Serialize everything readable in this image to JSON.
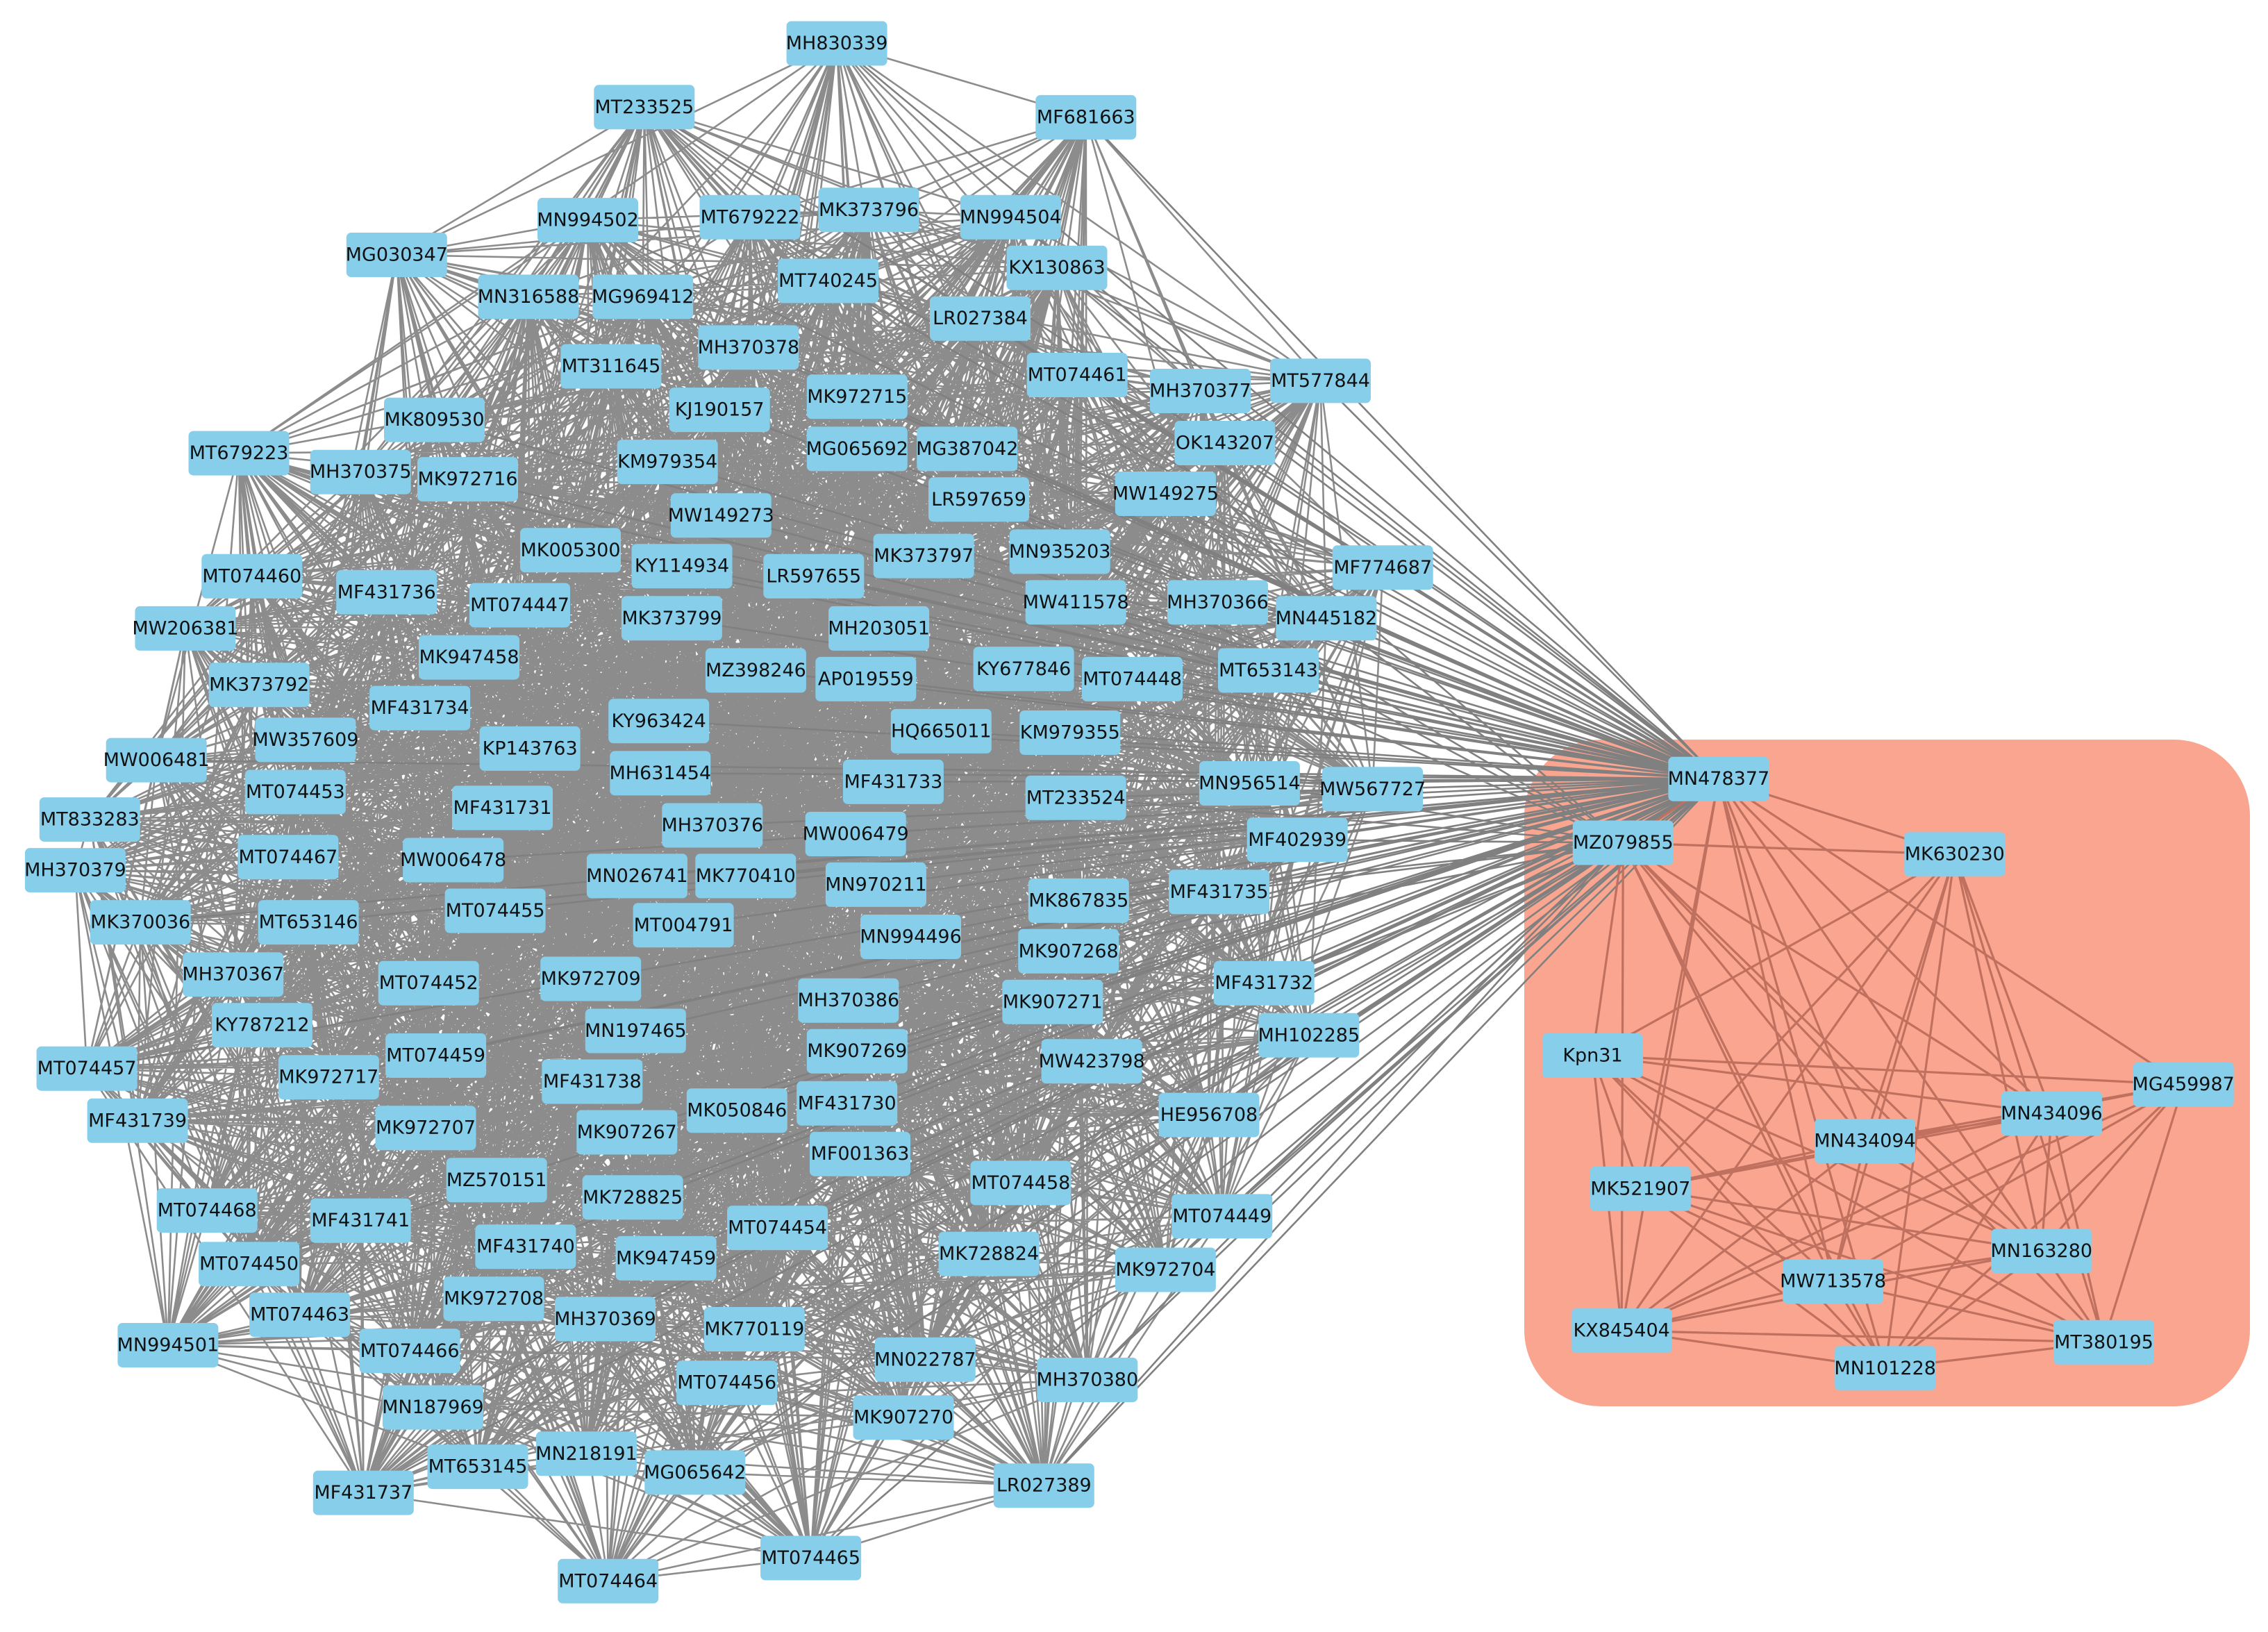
{
  "colors": {
    "background": "#ffffff",
    "node_fill": "#87ceeb",
    "edge_main": "#808080",
    "edge_cluster": "#c0705e",
    "cluster_highlight": "#f9a58f"
  },
  "nodes": [
    "MH830339",
    "MT233525",
    "MF681663",
    "MN994502",
    "MT679222",
    "MK373796",
    "MN994504",
    "MG030347",
    "MN316588",
    "MG969412",
    "MT740245",
    "KX130863",
    "LR027384",
    "MH370378",
    "MT311645",
    "MT074461",
    "MH370377",
    "MT577844",
    "KJ190157",
    "MK972715",
    "MK809530",
    "MT679223",
    "MH370375",
    "MK972716",
    "KM979354",
    "MG065692",
    "MG387042",
    "OK143207",
    "LR597659",
    "MW149275",
    "MW149273",
    "MK005300",
    "KY114934",
    "MK373797",
    "MN935203",
    "MT074460",
    "LR597655",
    "MF774687",
    "MF431736",
    "MT074447",
    "MK373799",
    "MH203051",
    "MW411578",
    "MH370366",
    "MN445182",
    "MW206381",
    "MK947458",
    "MZ398246",
    "AP019559",
    "KY677846",
    "MT074448",
    "MT653143",
    "MK373792",
    "MF431734",
    "KY963424",
    "HQ665011",
    "KM979355",
    "MW357609",
    "KP143763",
    "MH631454",
    "MW006481",
    "MT074453",
    "MF431733",
    "MN956514",
    "MW567727",
    "MF431731",
    "MT233524",
    "MT833283",
    "MH370376",
    "MW006479",
    "MF402939",
    "MH370379",
    "MT074467",
    "MW006478",
    "MN026741",
    "MK770410",
    "MN970211",
    "MF431735",
    "MK370036",
    "MT653146",
    "MT074455",
    "MT004791",
    "MK867835",
    "MN994496",
    "MK907268",
    "MH370367",
    "MT074452",
    "MK972709",
    "MF431732",
    "MH370386",
    "MK907271",
    "KY787212",
    "MN197465",
    "MH102285",
    "MT074459",
    "MK907269",
    "MW423798",
    "MT074457",
    "MK972717",
    "MF431738",
    "MK050846",
    "MF431730",
    "HE956708",
    "MF431739",
    "MK972707",
    "MK907267",
    "MF001363",
    "MZ570151",
    "MT074458",
    "MK728825",
    "MT074468",
    "MF431741",
    "MT074449",
    "MT074454",
    "MF431740",
    "MK947459",
    "MK728824",
    "MT074450",
    "MK972704",
    "MK972708",
    "MT074463",
    "MH370369",
    "MK770119",
    "MN994501",
    "MT074466",
    "MN022787",
    "MT074456",
    "MH370380",
    "MN187969",
    "MK907270",
    "MN218191",
    "MT653145",
    "MG065642",
    "LR027389",
    "MF431737",
    "MT074465",
    "MT074464"
  ],
  "cluster_nodes": [
    "MN478377",
    "MZ079855",
    "MK630230",
    "Kpn31",
    "MG459987",
    "MN434096",
    "MN434094",
    "MK521907",
    "MN163280",
    "MW713578",
    "KX845404",
    "MT380195",
    "MN101228"
  ]
}
